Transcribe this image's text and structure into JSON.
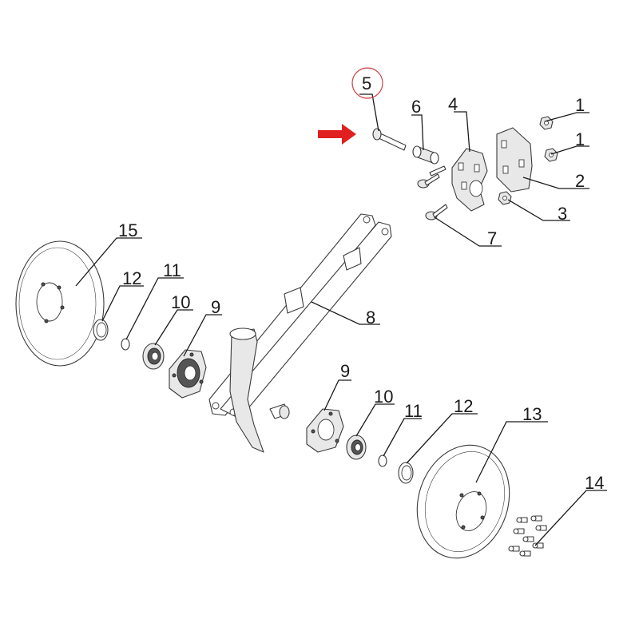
{
  "callouts": [
    {
      "id": "c1a",
      "text": "1"
    },
    {
      "id": "c1b",
      "text": "1"
    },
    {
      "id": "c2",
      "text": "2"
    },
    {
      "id": "c3",
      "text": "3"
    },
    {
      "id": "c4",
      "text": "4"
    },
    {
      "id": "c5",
      "text": "5"
    },
    {
      "id": "c6",
      "text": "6"
    },
    {
      "id": "c7",
      "text": "7"
    },
    {
      "id": "c8",
      "text": "8"
    },
    {
      "id": "c9a",
      "text": "9"
    },
    {
      "id": "c9b",
      "text": "9"
    },
    {
      "id": "c10a",
      "text": "10"
    },
    {
      "id": "c10b",
      "text": "10"
    },
    {
      "id": "c11a",
      "text": "11"
    },
    {
      "id": "c11b",
      "text": "11"
    },
    {
      "id": "c12a",
      "text": "12"
    },
    {
      "id": "c12b",
      "text": "12"
    },
    {
      "id": "c13",
      "text": "13"
    },
    {
      "id": "c14",
      "text": "14"
    },
    {
      "id": "c15",
      "text": "15"
    }
  ],
  "highlight": {
    "callout": "5",
    "arrow_color": "#e02020",
    "circle_color": "#d04040"
  }
}
